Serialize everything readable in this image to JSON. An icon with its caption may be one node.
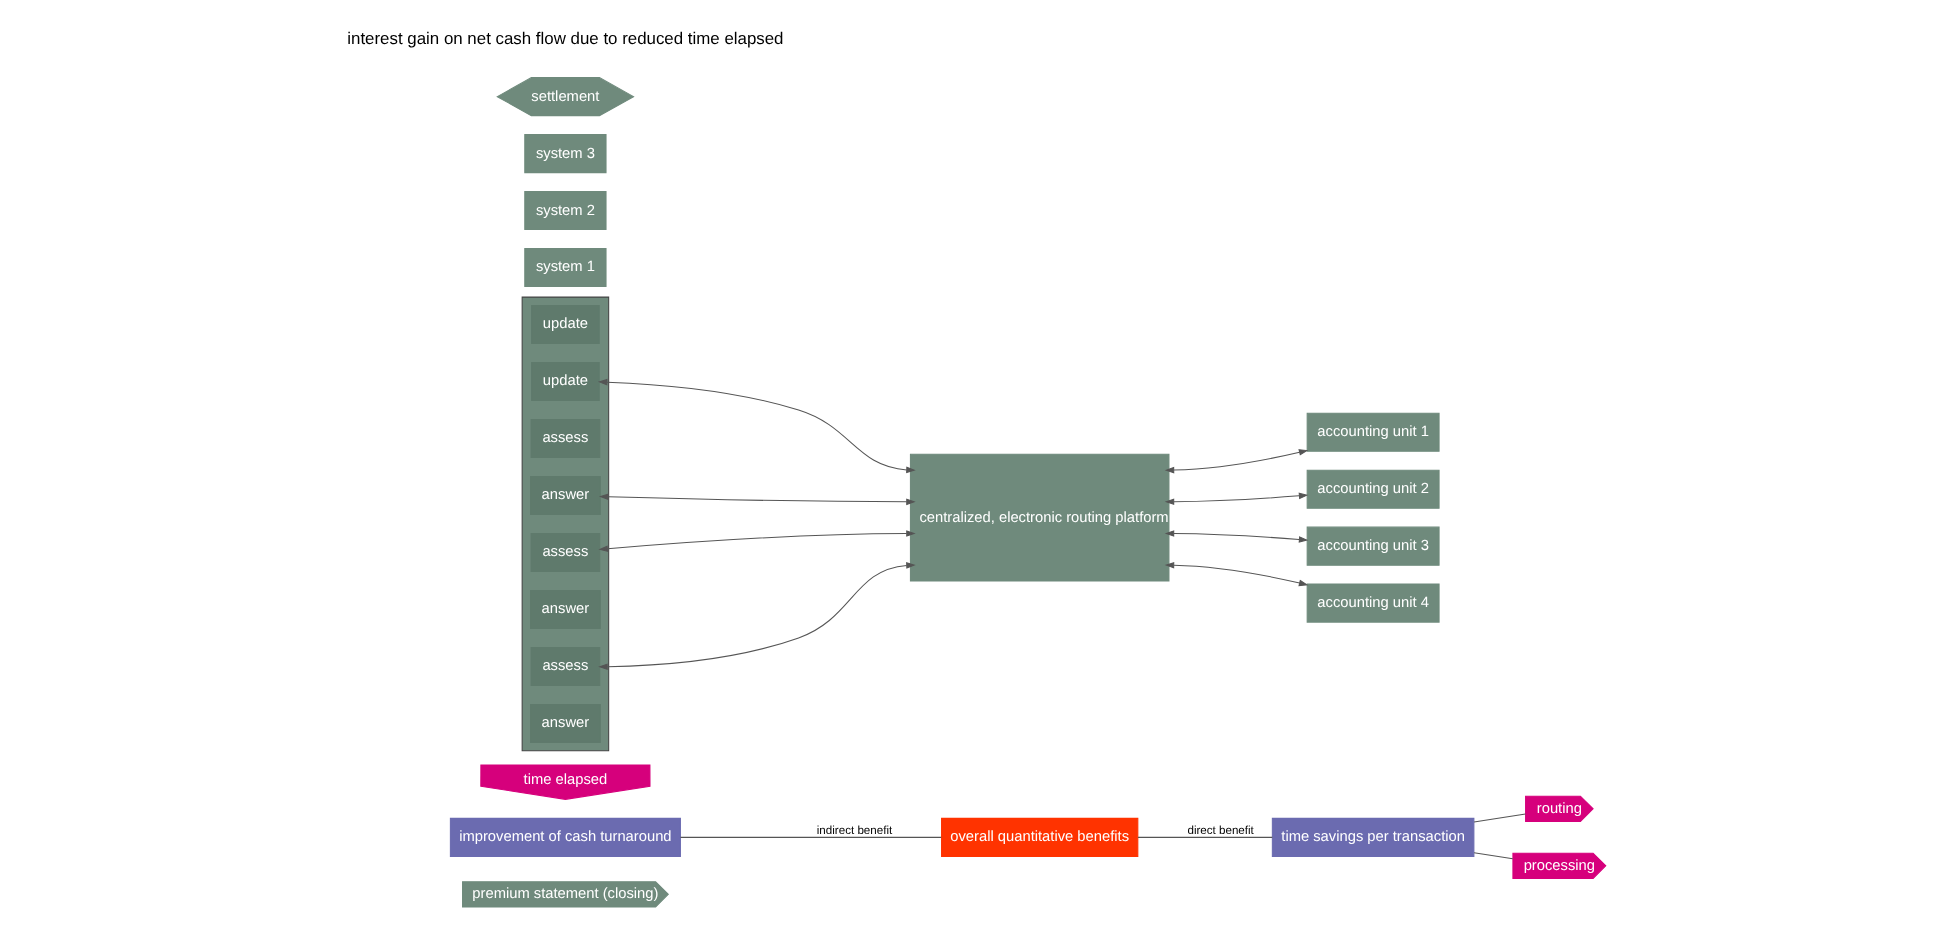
{
  "diagram": {
    "nodes": [
      {
        "text": [
          "premium statement (closing)"
        ]
      },
      {
        "text": [
          "improvement of cash turnaround"
        ]
      },
      {
        "text": [
          "time elapsed"
        ]
      },
      {
        "text": [],
        "shape": "box"
      },
      {
        "text": [
          "update"
        ],
        "in": 3
      },
      {
        "text": [
          "update"
        ],
        "in": 3
      },
      {
        "text": [
          "assess"
        ],
        "in": 3
      },
      {
        "text": [
          "answer"
        ],
        "in": 3
      },
      {
        "text": [
          "assess"
        ],
        "in": 3
      },
      {
        "text": [
          "answer"
        ],
        "in": 3
      },
      {
        "text": [
          "assess"
        ],
        "in": 3
      },
      {
        "text": [
          "answer"
        ],
        "in": 3
      },
      {
        "text": [
          "centralized, electronic routing platform"
        ]
      },
      {
        "text": [
          "accounting unit 1"
        ]
      },
      {
        "text": [
          "system 1"
        ]
      },
      {
        "text": [
          "accounting unit 2"
        ]
      },
      {
        "text": [
          "accounting unit 3"
        ]
      },
      {
        "text": [
          "system 2"
        ]
      },
      {
        "text": [
          "accounting unit 4"
        ]
      },
      {
        "text": [
          "system 3"
        ]
      },
      {
        "text": [
          "settlement"
        ]
      },
      {
        "text": [
          "routing"
        ]
      },
      {
        "text": [
          "processing"
        ]
      },
      {
        "text": [
          "overall quantitative benefits"
        ]
      },
      {
        "text": [
          "time savings per transaction"
        ]
      }
    ],
    "edges": [
      {
        "from": 1,
        "to": 23,
        "arrow": "none",
        "label": "indirect benefit"
      },
      {
        "from": 23,
        "to": 24,
        "arrow": "none",
        "label": "direct benefit"
      },
      {
        "from": 24,
        "to": 21,
        "arrow": "none"
      },
      {
        "from": 24,
        "to": 22,
        "arrow": "none"
      },
      {
        "from": 12,
        "to": 5,
        "arrow": "both"
      },
      {
        "from": 12,
        "to": 7,
        "arrow": "both"
      },
      {
        "from": 12,
        "to": 8,
        "arrow": "both"
      },
      {
        "from": 12,
        "to": 10,
        "arrow": "both"
      },
      {
        "from": 12,
        "to": 13,
        "arrow": "both"
      },
      {
        "from": 12,
        "to": 15,
        "arrow": "both"
      },
      {
        "from": 12,
        "to": 16,
        "arrow": "both"
      },
      {
        "from": 12,
        "to": 18,
        "arrow": "both"
      }
    ],
    "labels": [
      "interest gain on net cash flow due to reduced time elapsed"
    ]
  }
}
